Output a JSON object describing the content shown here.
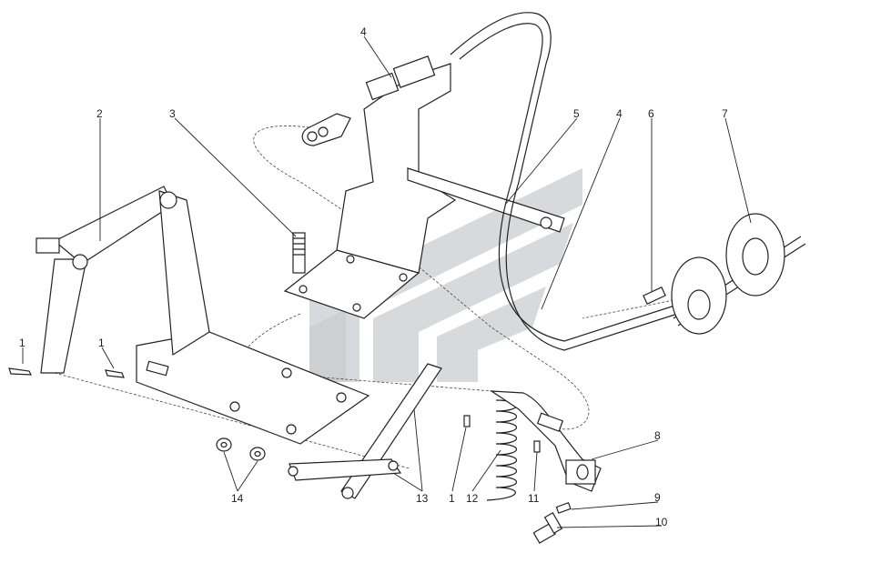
{
  "diagram": {
    "title": "Parts assembly exploded view",
    "callouts": [
      {
        "id": "c4a",
        "text": "4"
      },
      {
        "id": "c2",
        "text": "2"
      },
      {
        "id": "c3",
        "text": "3"
      },
      {
        "id": "c5",
        "text": "5"
      },
      {
        "id": "c4b",
        "text": "4"
      },
      {
        "id": "c6",
        "text": "6"
      },
      {
        "id": "c7",
        "text": "7"
      },
      {
        "id": "c1a",
        "text": "1"
      },
      {
        "id": "c1b",
        "text": "1"
      },
      {
        "id": "c8",
        "text": "8"
      },
      {
        "id": "c9",
        "text": "9"
      },
      {
        "id": "c10",
        "text": "10"
      },
      {
        "id": "c14",
        "text": "14"
      },
      {
        "id": "c13",
        "text": "13"
      },
      {
        "id": "c1c",
        "text": "1"
      },
      {
        "id": "c12",
        "text": "12"
      },
      {
        "id": "c11",
        "text": "11"
      }
    ]
  }
}
